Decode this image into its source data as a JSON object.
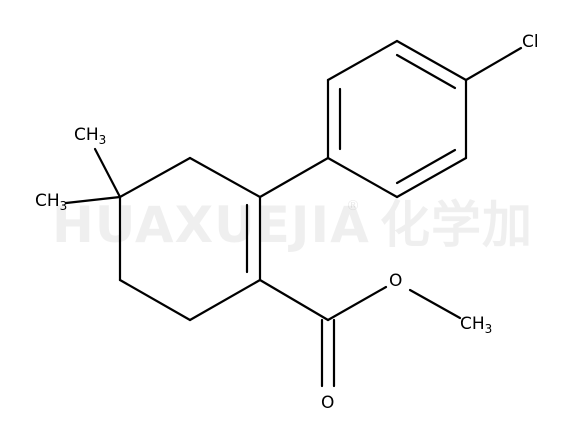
{
  "molecule": {
    "atom_labels": {
      "cl": "Cl",
      "o_ester": "O",
      "o_carbonyl": "O",
      "ch3_top_c": "CH",
      "ch3_top_n": "3",
      "ch3_left_c": "CH",
      "ch3_left_n": "3",
      "ch3_ester_c": "CH",
      "ch3_ester_n": "3"
    },
    "bond_color": "#000000"
  },
  "watermark": {
    "text": "HUAXUEJIA",
    "registered": "®",
    "chinese": "化学加"
  }
}
